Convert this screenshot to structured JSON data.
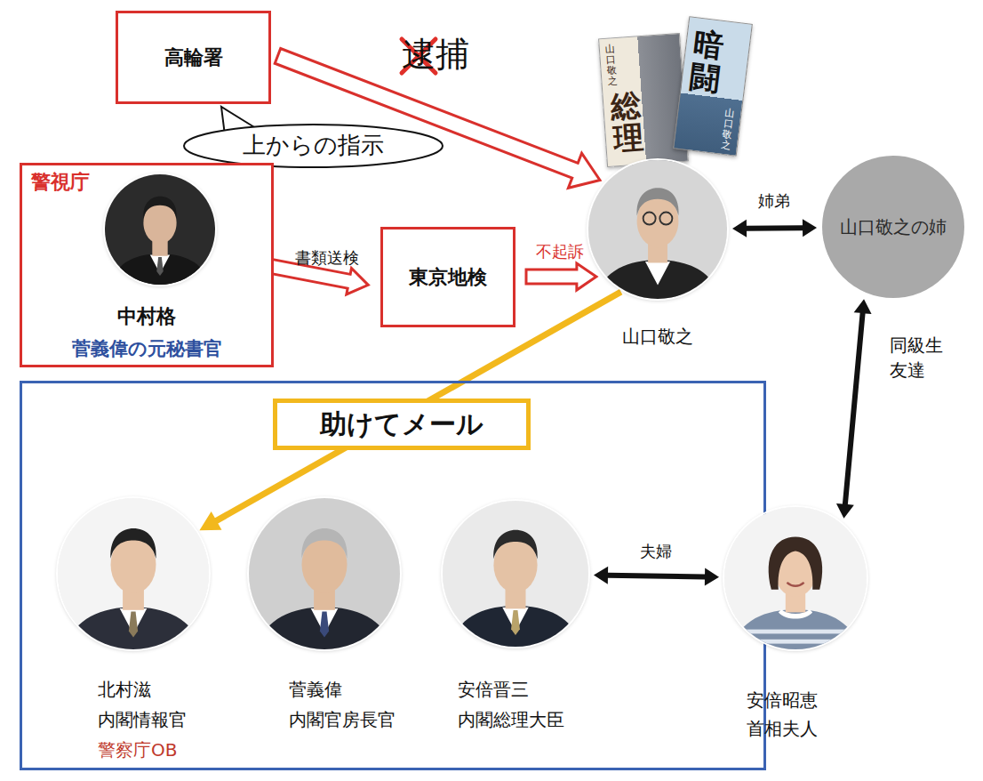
{
  "diagram": {
    "nodes": [
      {
        "text": [
          "高輪署"
        ]
      },
      {
        "text": [
          "上からの指示"
        ]
      },
      {
        "text": [
          "警視庁",
          "中村格",
          "菅義偉の元秘書官"
        ]
      },
      {
        "text": [
          "東京地検"
        ]
      },
      {
        "text": [
          "山口敬之"
        ]
      },
      {
        "text": [
          "山口敬之の姉"
        ]
      },
      {
        "text": []
      },
      {
        "text": [
          "北村滋",
          "内閣情報官",
          "警察庁OB"
        ],
        "in": 6
      },
      {
        "text": [
          "菅義偉",
          "内閣官房長官"
        ],
        "in": 6
      },
      {
        "text": [
          "安倍晋三",
          "内閣総理大臣"
        ],
        "in": 6
      },
      {
        "text": [
          "安倍昭恵",
          "首相夫人"
        ]
      }
    ],
    "edges": [
      {
        "from": 0,
        "to": 4,
        "label": "逮捕",
        "arrow": "to"
      },
      {
        "from": 2,
        "to": 3,
        "label": "書類送検",
        "arrow": "to"
      },
      {
        "from": 3,
        "to": 4,
        "label": "不起訴",
        "arrow": "to"
      },
      {
        "from": 4,
        "to": 5,
        "label": "姉弟",
        "arrow": "both"
      },
      {
        "from": 5,
        "to": 10,
        "label": "同級生 友達",
        "arrow": "both"
      },
      {
        "from": 4,
        "to": 7,
        "label": "助けてメール",
        "arrow": "to"
      },
      {
        "from": 9,
        "to": 10,
        "label": "夫婦",
        "arrow": "both"
      }
    ],
    "labels": [
      "総理",
      "山口敬之",
      "暗闘",
      "山口敬之"
    ]
  }
}
